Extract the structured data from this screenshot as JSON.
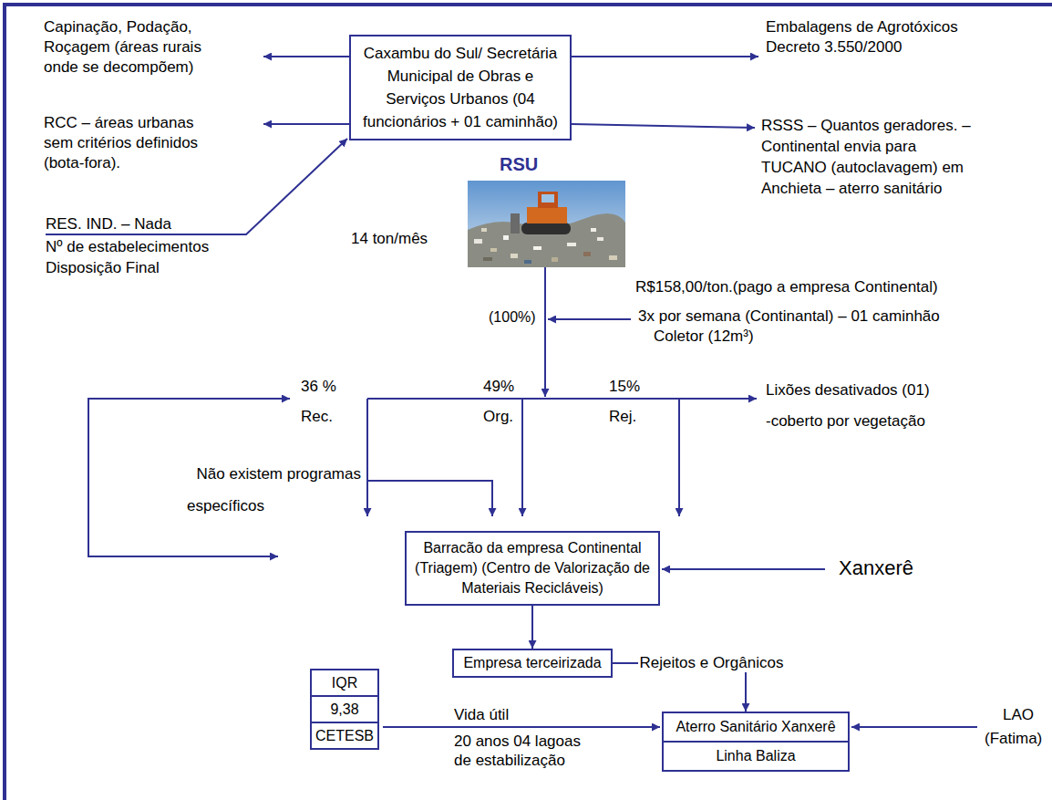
{
  "diagram": {
    "nodes": [
      {
        "text": [
          "Caxambu do Sul/ Secretária Municipal de Obras e Serviços Urbanos (04 funcionários + 01 caminhão)"
        ]
      },
      {
        "text": [
          "Barracão da empresa Continental (Triagem) (Centro de Valorização de Materiais Recicláveis)"
        ]
      },
      {
        "text": [
          "Empresa terceirizada"
        ]
      },
      {
        "text": [
          "IQR",
          "9,38",
          "CETESB"
        ]
      },
      {
        "text": [
          "Aterro Sanitário Xanxerê",
          "Linha Baliza"
        ]
      }
    ],
    "edges": [
      {
        "from": 1,
        "to": 2,
        "arrow": "to"
      },
      {
        "from": 2,
        "to": 4,
        "label": "Rejeitos e Orgânicos",
        "arrow": "to"
      }
    ],
    "labels": [
      "Capinação, Podação,",
      "Roçagem (áreas rurais",
      "onde se decompõem)",
      "RCC – áreas urbanas",
      "sem critérios definidos",
      "(bota-fora).",
      "RES. IND. – Nada",
      "Nº de estabelecimentos",
      "Disposição Final",
      "Embalagens de Agrotóxicos",
      "Decreto 3.550/2000",
      "RSSS – Quantos geradores. –",
      "Continental envia para",
      "TUCANO (autoclavagem) em",
      "Anchieta – aterro sanitário",
      "RSU",
      "14 ton/mês",
      "R$158,00/ton.(pago a empresa Continental)",
      "(100%)",
      "3x por semana (Continantal) – 01 caminhão",
      "Coletor (12m³)",
      "36 %",
      "Rec.",
      "49%",
      "Org.",
      "15%",
      "Rej.",
      "Lixões desativados (01)",
      "-coberto por vegetação",
      "Não existem programas",
      "específicos",
      "Xanxerê",
      "Vida útil",
      "20 anos 04 lagoas",
      "de estabilização",
      "LAO",
      "(Fatima)"
    ]
  }
}
